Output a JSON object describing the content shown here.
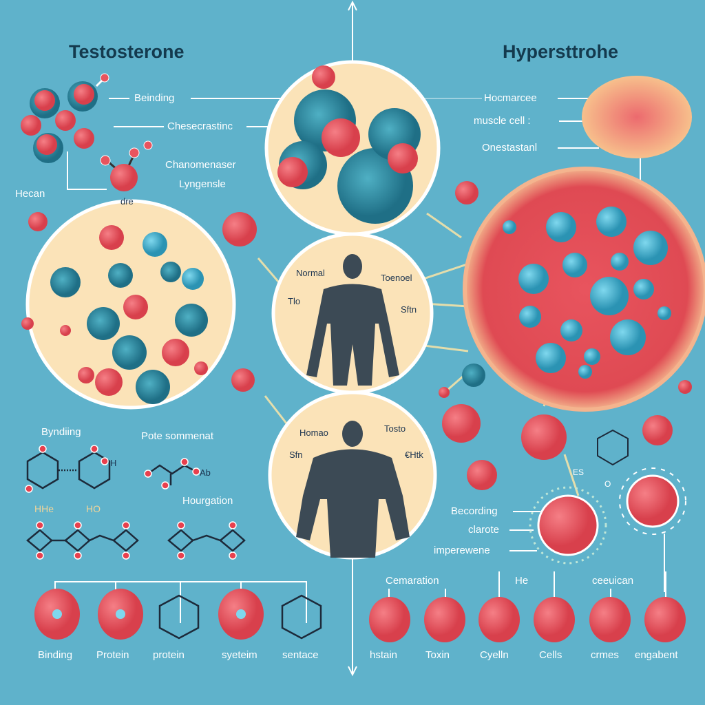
{
  "titles": {
    "left": "Testosterone",
    "right": "Hypersttrohe"
  },
  "left_labels": {
    "binding": "Beinding",
    "chesecrastinc": "Chesecrastinc",
    "chanomenaser": "Chanomenaser",
    "lyngensle": "Lyngensle",
    "hecan": "Hecan",
    "dre": "dre"
  },
  "right_labels": {
    "hocmarcee": "Hocmarcee",
    "muscle_cell": "muscle cell :",
    "onestastanl": "Onestastanl"
  },
  "body_normal": {
    "normal": "Normal",
    "tlo": "Tlo",
    "toenoel": "Toenoel",
    "sftn": "Sftn"
  },
  "body_muscular": {
    "homao": "Homao",
    "sfn": "Sfn",
    "tosto": "Tosto",
    "ehtk": "€Htk"
  },
  "chem": {
    "byndiing": "Byndiing",
    "hhe": "HHe",
    "ho": "HO",
    "pote": "Pote sommenat",
    "hourgation": "Hourgation",
    "h_label": "H",
    "ab_label": "Ab",
    "es_label": "ES",
    "o_label": "O"
  },
  "cell_labels": {
    "becording": "Becording",
    "clarote": "clarote",
    "imperewene": "imperewene"
  },
  "bottom_left": [
    "Binding",
    "Protein",
    "protein",
    "syeteim",
    "sentace"
  ],
  "bottom_right_top": [
    "Cemaration",
    "He",
    "ceeuican"
  ],
  "bottom_right": [
    "hstain",
    "Toxin",
    "Cyelln",
    "Cells",
    "crmes",
    "engabent"
  ],
  "colors": {
    "background": "#5fb2cb",
    "cream": "#fbe3b8",
    "red": "#e8545e",
    "blue": "#3aa7c4"
  }
}
